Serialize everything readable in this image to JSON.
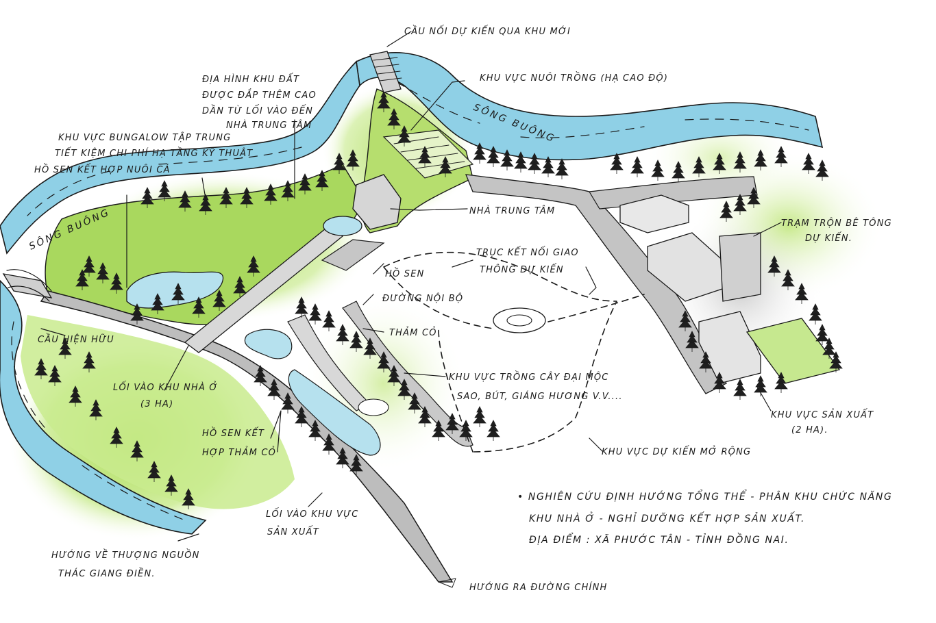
{
  "labels": {
    "bridge_planned": "CẦU NỐI DỰ KIẾN QUA KHU MỚI",
    "aquaculture": "KHU VỰC NUÔI TRỒNG (HẠ CAO ĐỘ)",
    "terrain_1": "ĐỊA HÌNH KHU ĐẤT",
    "terrain_2": "ĐƯỢC ĐẮP THÊM CAO",
    "terrain_3": "DẦN TỪ LỐI VÀO ĐẾN",
    "terrain_4": "NHÀ TRUNG TÂM",
    "bungalow_1": "KHU VỰC BUNGALOW TẬP TRUNG",
    "bungalow_2": "TIẾT KIỆM CHI PHÍ HẠ TẦNG KỸ THUẬT",
    "lotus_fish": "HỒ SEN KẾT HỢP NUÔI CÁ",
    "river_right": "SÔNG BUÔNG",
    "river_left": "SÔNG BUÔNG",
    "central_house": "NHÀ TRUNG TÂM",
    "concrete_1": "TRẠM TRỘN BÊ TÔNG",
    "concrete_2": "DỰ KIẾN.",
    "axis_1": "TRỤC KẾT NỐI GIAO",
    "axis_2": "THÔNG DỰ KIẾN",
    "lotus_pond": "HỒ SEN",
    "internal_road": "ĐƯỜNG NỘI BỘ",
    "grass": "THẢM CỎ",
    "existing_bridge": "CẦU HIỆN HỮU",
    "trees_1": "KHU VỰC TRỒNG CÂY ĐẠI MỘC",
    "trees_2": "SAO, BÚT, GIÁNG HƯƠNG V.V....",
    "housing_entry_1": "LỐI VÀO KHU NHÀ Ở",
    "housing_entry_2": "(3 HA)",
    "production_1": "KHU VỰC SẢN XUẤT",
    "production_2": "(2 HA).",
    "lotus_grass_1": "HỒ SEN KẾT",
    "lotus_grass_2": "HỢP THẢM CỎ",
    "expansion": "KHU VỰC DỰ KIẾN MỞ RỘNG",
    "note_1": "• NGHIÊN CỨU ĐỊNH HƯỚNG TỔNG THỂ - PHÂN KHU CHỨC NĂNG",
    "note_2": "KHU NHÀ Ở - NGHỈ DƯỠNG KẾT HỢP SẢN XUẤT.",
    "note_3": "ĐỊA ĐIỂM : XÃ PHƯỚC TÂN - TỈNH ĐỒNG NAI.",
    "production_entry_1": "LỐI VÀO KHU VỰC",
    "production_entry_2": "SẢN XUẤT",
    "upstream_1": "HƯỚNG VỀ THƯỢNG NGUỒN",
    "upstream_2": "THÁC GIANG ĐIỀN.",
    "main_road": "HƯỚNG RA ĐƯỜNG CHÍNH"
  },
  "colors": {
    "river": "#8fd0e6",
    "grass": "#a8d85a",
    "grass_light": "#d9f0b0",
    "road": "#b9b9b9",
    "pond": "#b6e1ee",
    "ink": "#1a1a1a"
  }
}
